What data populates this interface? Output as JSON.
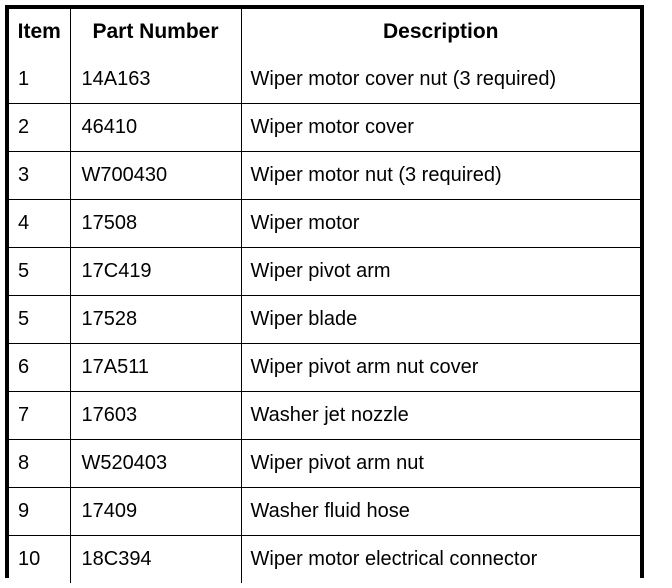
{
  "table": {
    "columns": [
      {
        "key": "item",
        "label": "Item"
      },
      {
        "key": "part_number",
        "label": "Part Number"
      },
      {
        "key": "description",
        "label": "Description"
      }
    ],
    "rows": [
      {
        "item": "1",
        "part_number": "14A163",
        "description": "Wiper motor cover nut (3 required)"
      },
      {
        "item": "2",
        "part_number": "46410",
        "description": "Wiper motor cover"
      },
      {
        "item": "3",
        "part_number": "W700430",
        "description": "Wiper motor nut (3 required)"
      },
      {
        "item": "4",
        "part_number": "17508",
        "description": "Wiper motor"
      },
      {
        "item": "5",
        "part_number": "17C419",
        "description": "Wiper pivot arm"
      },
      {
        "item": "5",
        "part_number": "17528",
        "description": "Wiper blade"
      },
      {
        "item": "6",
        "part_number": "17A511",
        "description": "Wiper pivot arm nut cover"
      },
      {
        "item": "7",
        "part_number": "17603",
        "description": "Washer jet nozzle"
      },
      {
        "item": "8",
        "part_number": "W520403",
        "description": "Wiper pivot arm nut"
      },
      {
        "item": "9",
        "part_number": "17409",
        "description": "Washer fluid hose"
      },
      {
        "item": "10",
        "part_number": "18C394",
        "description": "Wiper motor electrical connector"
      }
    ]
  },
  "colors": {
    "border": "#000000",
    "text": "#000000",
    "background": "#ffffff"
  }
}
